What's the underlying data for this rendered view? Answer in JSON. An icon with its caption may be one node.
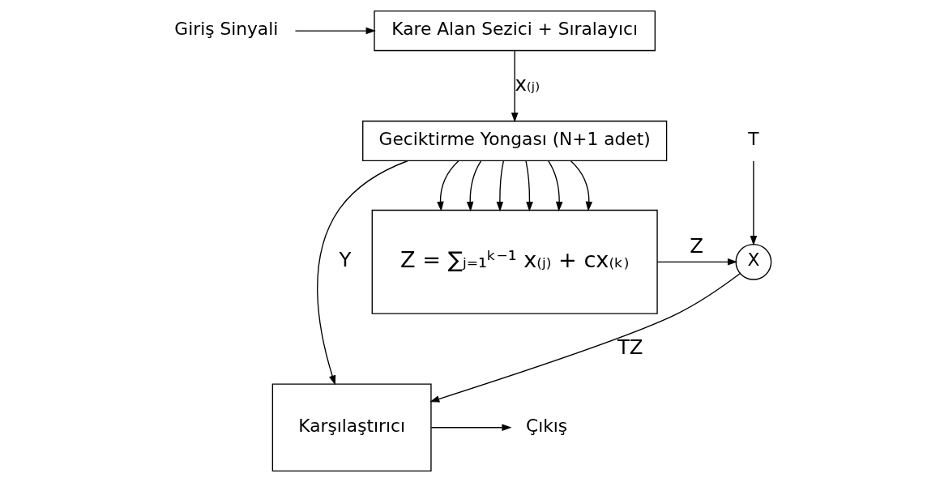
{
  "diagram": {
    "nodes": [
      {
        "text": [
          "Giriş Sinyali"
        ]
      },
      {
        "text": [
          "Kare Alan Sezici + Sıralayıcı"
        ]
      },
      {
        "text": [
          "Geciktirme Yongası (N+1 adet)"
        ]
      },
      {
        "text": [
          "Karşılaştırıcı"
        ]
      },
      {
        "text": [
          "Çıkış"
        ]
      },
      {
        "text": [
          "Z = ∑ⱼ₌₁ᵏ⁻¹ x₍ⱼ₎ + cx₍ₖ₎"
        ]
      },
      {
        "text": [
          "X"
        ]
      },
      {
        "text": [
          "T"
        ]
      }
    ],
    "edges": [
      {
        "from": 0,
        "to": 1,
        "arrow": "to"
      },
      {
        "from": 1,
        "to": 2,
        "arrow": "to",
        "label": "x₍ⱼ₎"
      },
      {
        "from": 2,
        "to": 3,
        "arrow": "to",
        "label": "Y"
      },
      {
        "from": 3,
        "to": 4,
        "arrow": "to"
      },
      {
        "from": 2,
        "to": 5,
        "arrow": "to"
      },
      {
        "from": 2,
        "to": 5,
        "arrow": "to"
      },
      {
        "from": 2,
        "to": 5,
        "arrow": "to"
      },
      {
        "from": 2,
        "to": 5,
        "arrow": "to"
      },
      {
        "from": 2,
        "to": 5,
        "arrow": "to"
      },
      {
        "from": 2,
        "to": 5,
        "arrow": "to"
      },
      {
        "from": 5,
        "to": 6,
        "arrow": "to",
        "label": "Z"
      },
      {
        "from": 6,
        "to": 3,
        "arrow": "to",
        "label": "TZ"
      },
      {
        "from": 7,
        "to": 6,
        "arrow": "to"
      }
    ]
  }
}
